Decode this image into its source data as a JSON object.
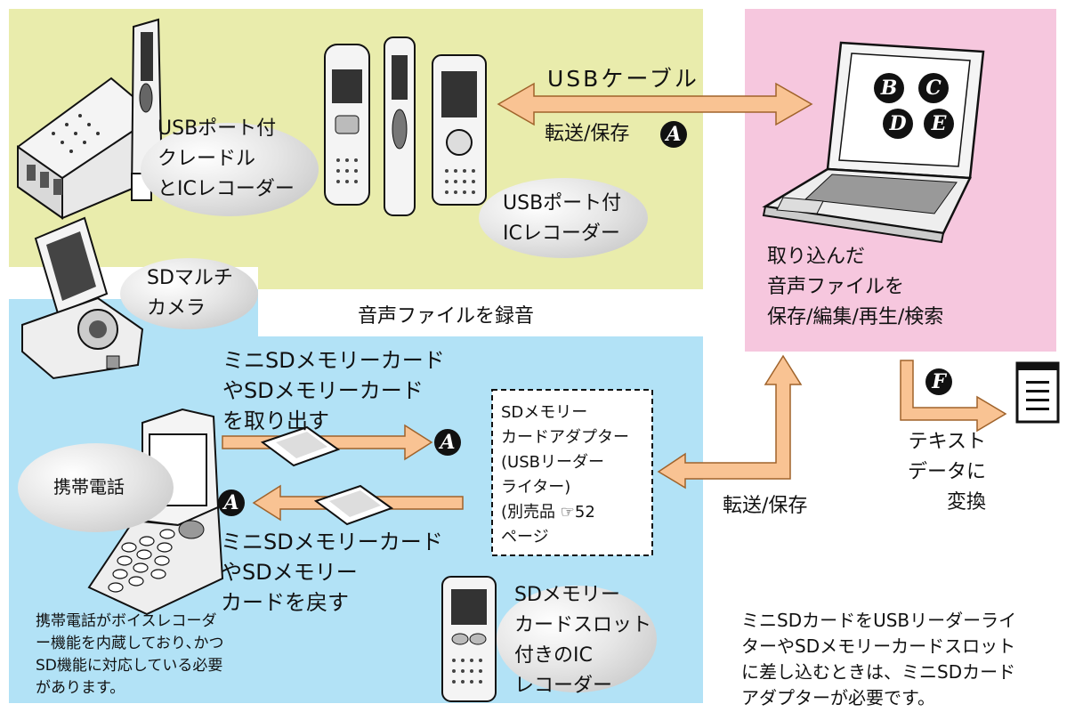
{
  "colors": {
    "yellow_zone": "#e9ecac",
    "pink_zone": "#f6c7de",
    "blue_zone": "#b2e2f6",
    "arrow_fill": "#f9c393",
    "arrow_stroke": "#a0632b"
  },
  "labels": {
    "usb_cable": "USBケーブル",
    "transfer_save_top": "転送/保存",
    "cradle": "USBポート付\nクレードル\nとICレコーダー",
    "usb_recorder": "USBポート付\nICレコーダー",
    "sd_camera": "SDマルチ\nカメラ",
    "record_audio": "音声ファイルを録音",
    "pc_actions": "取り込んだ\n音声ファイルを\n保存/編集/再生/検索",
    "remove_card": "ミニSDメモリーカード\nやSDメモリーカード\nを取り出す",
    "adapter": "SDメモリー\nカードアダプター\n(USBリーダー\nライター)\n(別売品 ☞52\nページ",
    "insert_card": "ミニSDメモリーカード\nやSDメモリー\nカードを戻す",
    "phone": "携帯電話",
    "transfer_save_bottom": "転送/保存",
    "text_convert": "テキスト\nデータに\n変換",
    "sd_slot_recorder": "SDメモリー\nカードスロット\n付きのIC\nレコーダー",
    "phone_note": "携帯電話がボイスレコーダ\nー機能を内蔵しており､かつ\nSD機能に対応している必要\nがあります。",
    "minisd_note": "ミニSDカードをUSBリーダーライ\nターやSDメモリーカードスロット\nに差し込むときは、ミニSDカード\nアダプターが必要です。"
  },
  "badges": {
    "a1": "A",
    "a2": "A",
    "a3": "A",
    "b": "B",
    "c": "C",
    "d": "D",
    "e": "E",
    "f": "F"
  },
  "icons": [
    "cradle-recorder-icon",
    "ic-recorder-icon",
    "sd-camera-icon",
    "mobile-phone-icon",
    "laptop-icon",
    "sd-card-icon",
    "sd-slot-recorder-icon",
    "text-document-icon"
  ]
}
